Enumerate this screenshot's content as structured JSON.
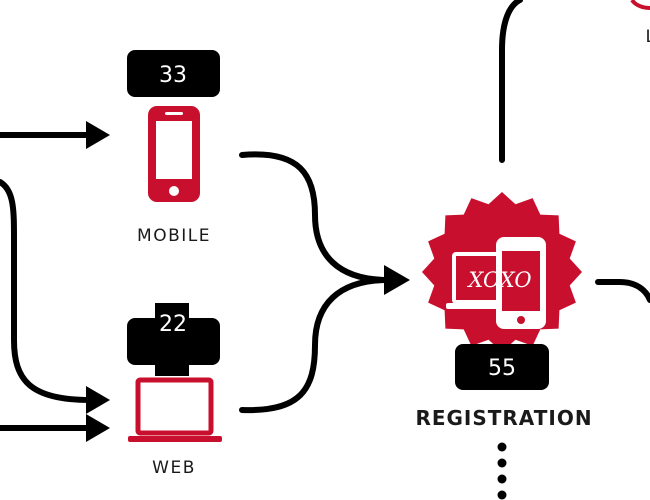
{
  "colors": {
    "accent": "#c8102e",
    "ink": "#000000",
    "text": "#1a1a1a"
  },
  "nodes": {
    "mobile": {
      "label": "MOBILE",
      "count": "33",
      "icon": "smartphone-icon"
    },
    "web": {
      "label": "WEB",
      "count": "22",
      "icon": "laptop-icon"
    },
    "registration": {
      "label": "REGISTRATION",
      "count": "55",
      "icon": "xoxo-device-seal-icon",
      "logo": "XOXO"
    }
  },
  "partial_label": "L"
}
